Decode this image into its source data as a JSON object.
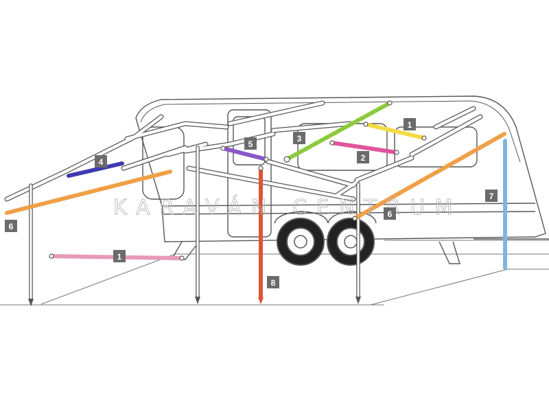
{
  "diagram": {
    "watermark": "KARAVÁN CENTRUM",
    "colors": {
      "outline": "#555555",
      "pole_fill": "#ffffff",
      "pink": "#e79ab8",
      "magenta": "#e0559c",
      "yellow": "#f2dc45",
      "green": "#8ccb3e",
      "indigo": "#3f3ab0",
      "purple": "#8b57c6",
      "orange": "#f0a048",
      "sky_blue": "#7db6e0",
      "red": "#e05433",
      "badge": "#6b6b6b"
    },
    "parts": [
      {
        "number": "1",
        "color_name": "pink"
      },
      {
        "number": "1",
        "color_name": "yellow"
      },
      {
        "number": "2",
        "color_name": "magenta"
      },
      {
        "number": "3",
        "color_name": "green"
      },
      {
        "number": "4",
        "color_name": "indigo"
      },
      {
        "number": "5",
        "color_name": "purple"
      },
      {
        "number": "6",
        "color_name": "orange"
      },
      {
        "number": "6",
        "color_name": "orange"
      },
      {
        "number": "7",
        "color_name": "sky_blue"
      },
      {
        "number": "8",
        "color_name": "red"
      }
    ]
  }
}
